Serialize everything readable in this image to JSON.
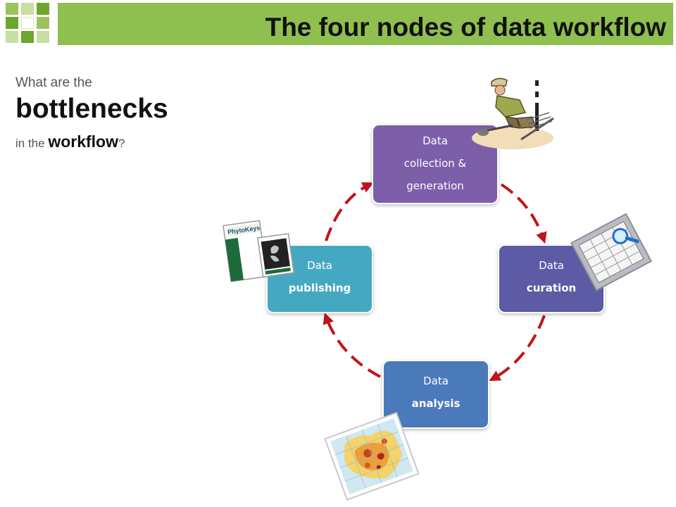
{
  "header": {
    "title": "The four nodes of data workflow",
    "accent_color": "#8fbf4f"
  },
  "question": {
    "intro": "What are the",
    "big": "bottlenecks",
    "prefix": "in the ",
    "word": "workflow",
    "suffix": "?"
  },
  "nodes": {
    "collection": {
      "line1": "Data",
      "line2": "collection &",
      "line3": "generation",
      "color": "#7d5ea8"
    },
    "curation": {
      "line1": "Data",
      "line2": "curation",
      "color": "#5d5aa6"
    },
    "analysis": {
      "line1": "Data",
      "line2": "analysis",
      "color": "#4a7ab9"
    },
    "publishing": {
      "line1": "Data",
      "line2": "publishing",
      "color": "#45a8c3"
    }
  },
  "arrows": {
    "color": "#c0141c",
    "style": "dashed"
  },
  "illustrations": {
    "collection": "field-worker-icon",
    "curation": "spreadsheet-magnifier-icon",
    "analysis": "europe-heatmap-icon",
    "publishing": "journal-cover-icon",
    "journal_name": "PhytoKeys"
  }
}
